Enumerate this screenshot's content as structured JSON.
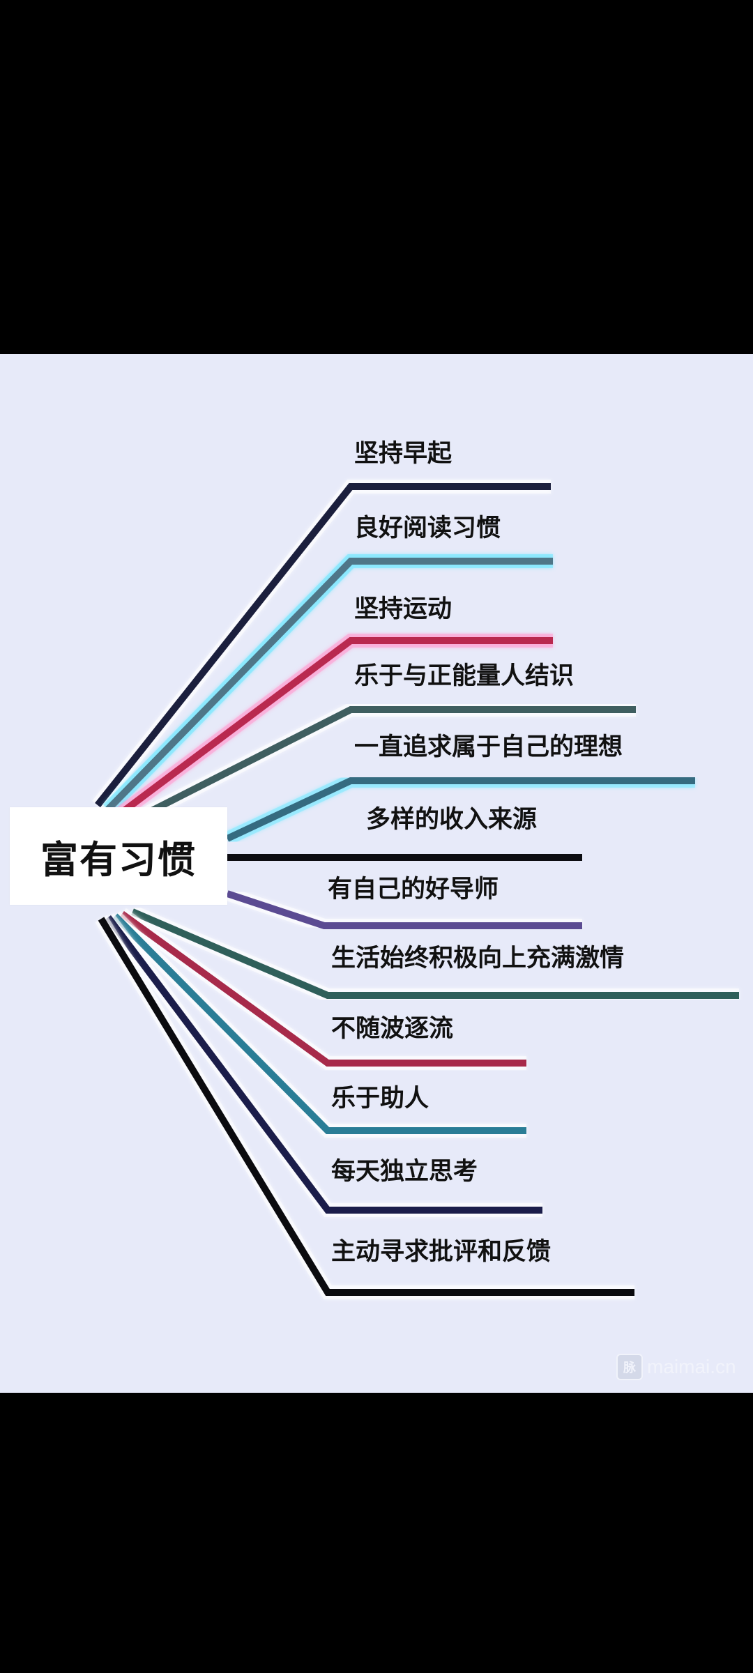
{
  "diagram": {
    "center": "富有习惯",
    "branches": [
      {
        "label": "坚持早起",
        "color": "#1b1f3d"
      },
      {
        "label": "良好阅读习惯",
        "color": "#4f7688"
      },
      {
        "label": "坚持运动",
        "color": "#b9294f"
      },
      {
        "label": "乐于与正能量人结识",
        "color": "#3f5e60"
      },
      {
        "label": "一直追求属于自己的理想",
        "color": "#356b80"
      },
      {
        "label": "多样的收入来源",
        "color": "#0d0d12"
      },
      {
        "label": "有自己的好导师",
        "color": "#5b4b92"
      },
      {
        "label": "生活始终积极向上充满激情",
        "color": "#2f5f5a"
      },
      {
        "label": "不随波逐流",
        "color": "#a72a4a"
      },
      {
        "label": "乐于助人",
        "color": "#2a7d96"
      },
      {
        "label": "每天独立思考",
        "color": "#1b1d4a"
      },
      {
        "label": "主动寻求批评和反馈",
        "color": "#0b0b0f"
      }
    ]
  },
  "watermark": {
    "icon": "maimai-logo-icon",
    "text": "maimai.cn"
  }
}
